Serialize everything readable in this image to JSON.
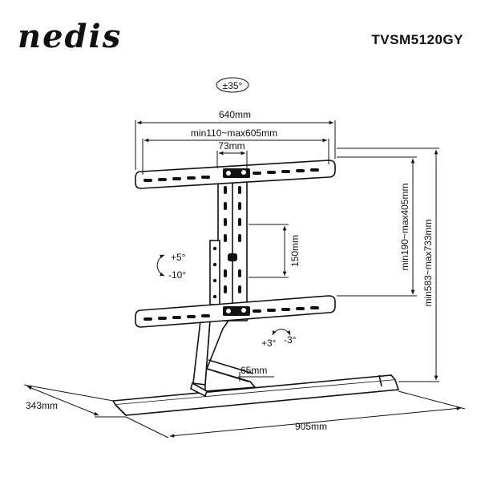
{
  "brand": {
    "logo_text": "nedis"
  },
  "product": {
    "model": "TVSM5120GY"
  },
  "dimensions": {
    "swivel": "±35°",
    "bracket_width": "640mm",
    "vesa_horizontal": "min110~max605mm",
    "center_width": "73mm",
    "vesa_vertical": "min190~max405mm",
    "total_height": "min583~max733mm",
    "height_adjust": "150mm",
    "tilt_up": "+5°",
    "tilt_down": "-10°",
    "roll_plus": "+3°",
    "roll_minus": "-3°",
    "column_offset": "65mm",
    "base_depth": "343mm",
    "base_width": "905mm"
  },
  "colors": {
    "line": "#111111",
    "background": "#ffffff"
  }
}
